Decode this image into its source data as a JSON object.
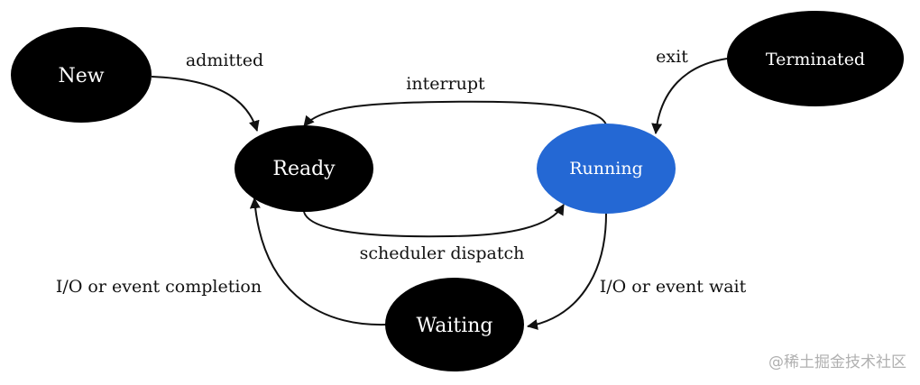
{
  "states": {
    "new": {
      "label": "New",
      "color": "#000000"
    },
    "ready": {
      "label": "Ready",
      "color": "#000000"
    },
    "running": {
      "label": "Running",
      "color": "#2468d4"
    },
    "terminated": {
      "label": "Terminated",
      "color": "#000000"
    },
    "waiting": {
      "label": "Waiting",
      "color": "#000000"
    }
  },
  "transitions": {
    "admitted": "admitted",
    "interrupt": "interrupt",
    "exit": "exit",
    "scheduler_dispatch": "scheduler dispatch",
    "io_event_completion": "I/O or event completion",
    "io_event_wait": "I/O or event wait"
  },
  "watermark": "@稀土掘金技术社区"
}
